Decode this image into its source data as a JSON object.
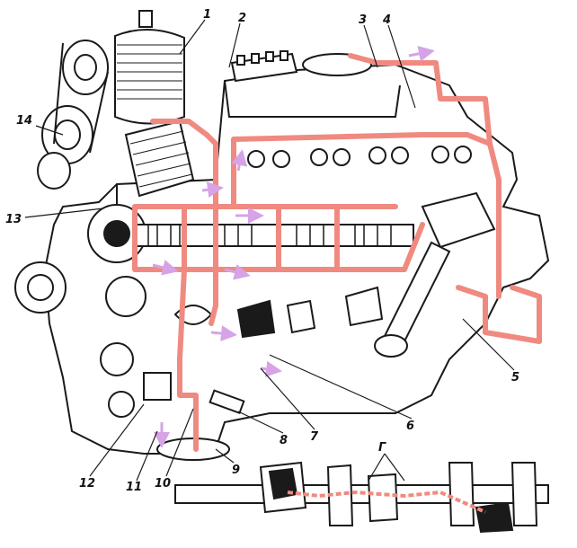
{
  "colors": {
    "outline": "#1a1a1a",
    "oil_path": "#f08a80",
    "oil_dark": "#e06a62",
    "arrow": "#d6a3e6",
    "engine_fill": "#ffffff",
    "shade": "#1a1a1a"
  },
  "callouts": [
    {
      "id": "1",
      "label": "1"
    },
    {
      "id": "2",
      "label": "2"
    },
    {
      "id": "3",
      "label": "3"
    },
    {
      "id": "4",
      "label": "4"
    },
    {
      "id": "5",
      "label": "5"
    },
    {
      "id": "6",
      "label": "6"
    },
    {
      "id": "7",
      "label": "7"
    },
    {
      "id": "8",
      "label": "8"
    },
    {
      "id": "9",
      "label": "9"
    },
    {
      "id": "10",
      "label": "10"
    },
    {
      "id": "11",
      "label": "11"
    },
    {
      "id": "12",
      "label": "12"
    },
    {
      "id": "13",
      "label": "13"
    },
    {
      "id": "14",
      "label": "14"
    },
    {
      "id": "G",
      "label": "Г"
    }
  ]
}
